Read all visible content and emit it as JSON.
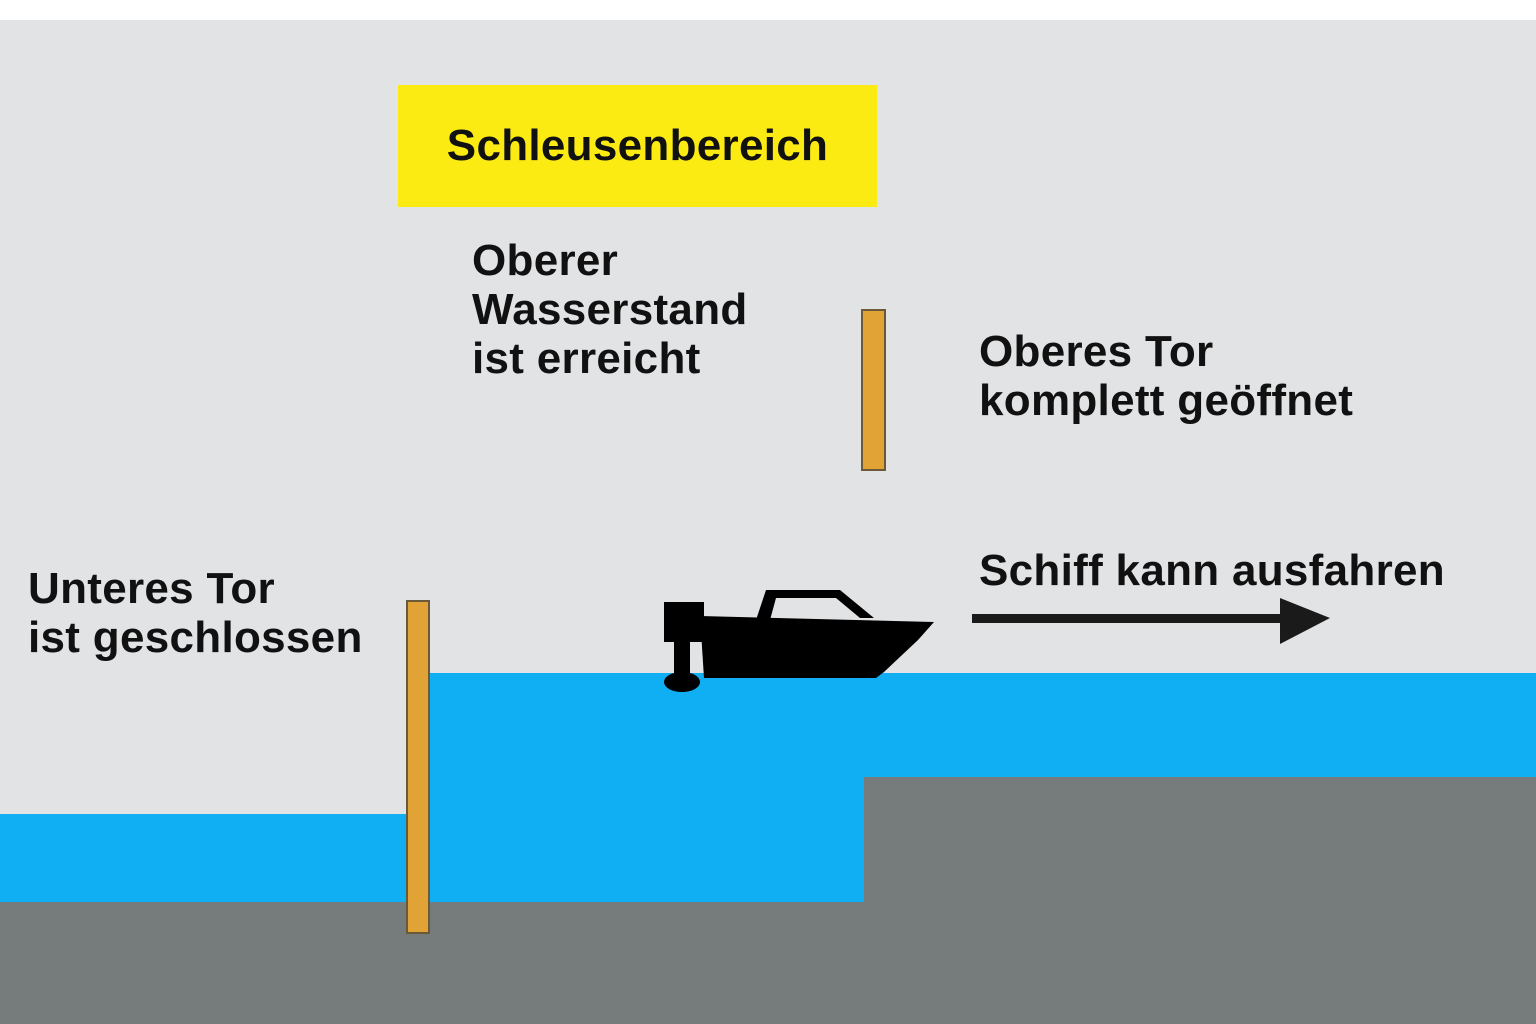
{
  "title": "Schleusenbereich",
  "labels": {
    "upper_water": [
      "Oberer",
      "Wasserstand",
      "ist erreicht"
    ],
    "upper_gate": [
      "Oberes Tor",
      "komplett geöffnet"
    ],
    "lower_gate": [
      "Unteres Tor",
      "ist geschlossen"
    ],
    "ship_action": "Schiff kann ausfahren"
  },
  "icons": {
    "boat": "motorboat-icon",
    "arrow": "arrow-right-icon"
  },
  "colors": {
    "background": "#e2e3e5",
    "water": "#10aef2",
    "ground": "#767b7b",
    "gate": "#e2a336",
    "title_banner": "#fbeb12",
    "text": "#111111"
  },
  "states": {
    "lower_gate": "geschlossen",
    "upper_gate": "geöffnet"
  }
}
